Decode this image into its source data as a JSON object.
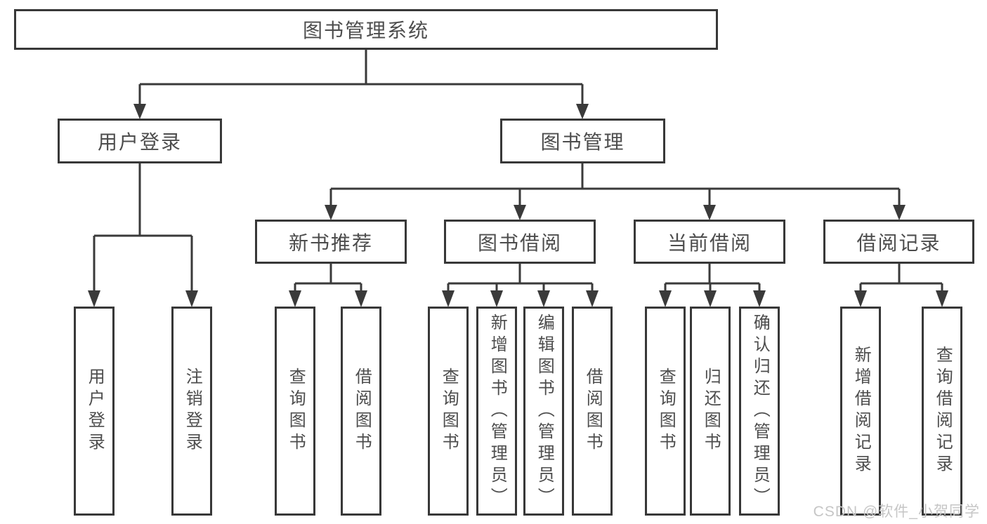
{
  "diagram": {
    "root": {
      "label": "图书管理系统",
      "children": [
        {
          "label": "用户登录",
          "children": [
            {
              "label": "用户登录"
            },
            {
              "label": "注销登录"
            }
          ]
        },
        {
          "label": "图书管理",
          "children": [
            {
              "label": "新书推荐",
              "children": [
                {
                  "label": "查询图书"
                },
                {
                  "label": "借阅图书"
                }
              ]
            },
            {
              "label": "图书借阅",
              "children": [
                {
                  "label": "查询图书"
                },
                {
                  "label": "新增图书（管理员）"
                },
                {
                  "label": "编辑图书（管理员）"
                },
                {
                  "label": "借阅图书"
                }
              ]
            },
            {
              "label": "当前借阅",
              "children": [
                {
                  "label": "查询图书"
                },
                {
                  "label": "归还图书"
                },
                {
                  "label": "确认归还（管理员）"
                }
              ]
            },
            {
              "label": "借阅记录",
              "children": [
                {
                  "label": "新增借阅记录"
                },
                {
                  "label": "查询借阅记录"
                }
              ]
            }
          ]
        }
      ]
    }
  },
  "watermark": {
    "text": "CSDN @软件_小贺同学"
  },
  "colors": {
    "line": "#3a3a3a",
    "box_border": "#383838",
    "text": "#4d4d4d",
    "watermark": "#c6c6c6",
    "background": "#ffffff"
  }
}
